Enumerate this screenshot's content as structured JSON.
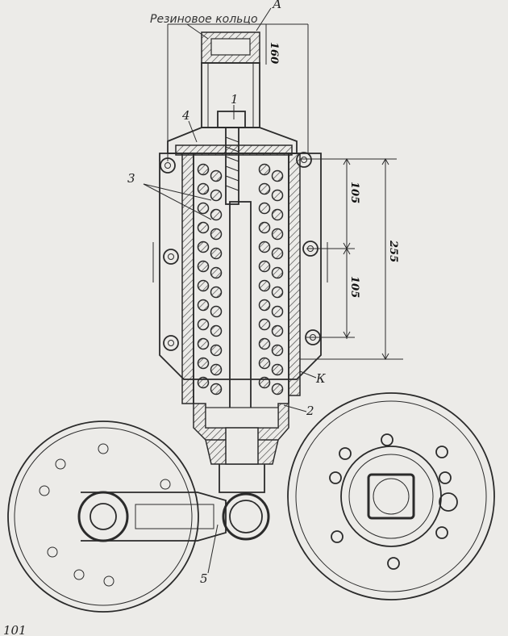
{
  "drawing": {
    "caption_rubber_ring": "Резиновое кольцо",
    "labels": {
      "A": "А",
      "one": "1",
      "two": "2",
      "three": "3",
      "four": "4",
      "five": "5",
      "K": "К"
    },
    "dimensions": {
      "top": "160",
      "upper_spacing": "105",
      "lower_spacing": "105",
      "total": "255"
    },
    "page_number": "101"
  }
}
